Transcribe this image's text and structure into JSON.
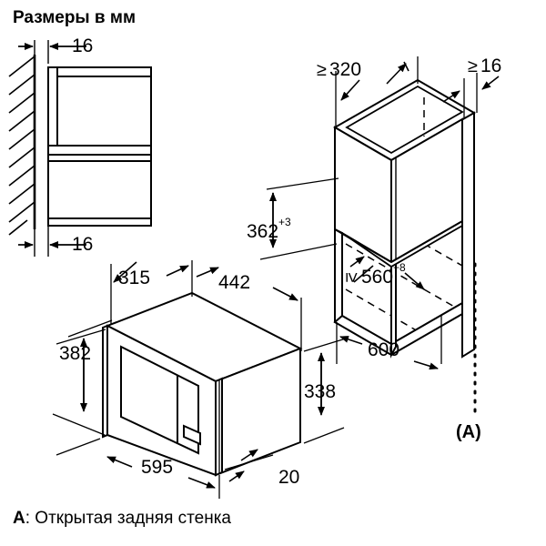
{
  "title": "Размеры в мм",
  "footnote": {
    "marker": "A",
    "separator": ": ",
    "text": "Открытая задняя стенка"
  },
  "callout": "(A)",
  "units": "мм",
  "dimensions": {
    "wall_gap_top": "16",
    "wall_gap_bottom": "16",
    "cabinet_depth_min": "320",
    "cabinet_panel_min": "16",
    "niche_height": "362",
    "niche_height_tol": "+3",
    "niche_width_min": "560",
    "niche_width_tol": "+8",
    "cabinet_width": "600",
    "oven_top_rear": "315",
    "oven_top_front": "442",
    "oven_front_height": "382",
    "oven_body_height": "338",
    "oven_width": "595",
    "oven_door_offset": "20"
  },
  "symbols": {
    "greater_equal": "≥",
    "greater_equal_rotated": "≥"
  },
  "colors": {
    "line": "#000000",
    "background": "#ffffff"
  }
}
